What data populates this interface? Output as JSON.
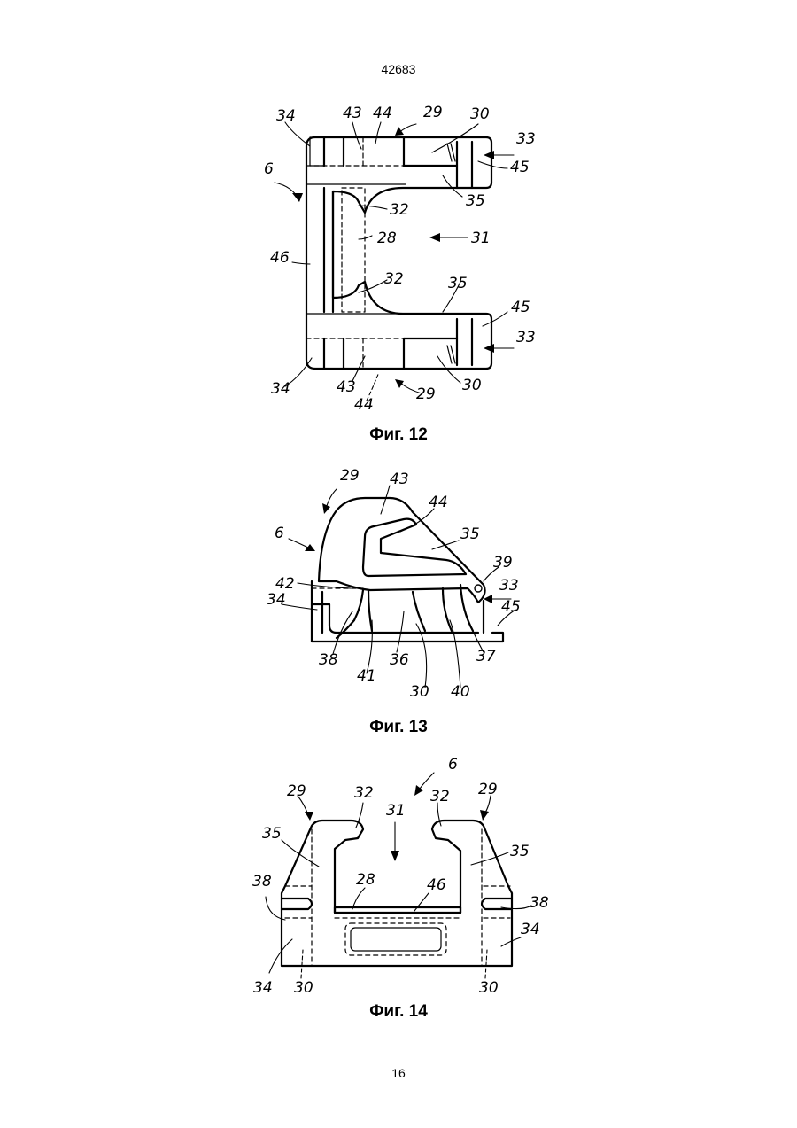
{
  "header": {
    "doc_number": "42683"
  },
  "figures": [
    {
      "caption": "Фиг. 12",
      "labels": {
        "l34a": "34",
        "l43a": "43",
        "l44a": "44",
        "l29a": "29",
        "l30a": "30",
        "l33a": "33",
        "l45a": "45",
        "l6": "6",
        "l35a": "35",
        "l32a": "32",
        "l28": "28",
        "l31": "31",
        "l46": "46",
        "l32b": "32",
        "l35b": "35",
        "l45b": "45",
        "l33b": "33",
        "l34b": "34",
        "l43b": "43",
        "l44b": "44",
        "l29b": "29",
        "l30b": "30"
      }
    },
    {
      "caption": "Фиг. 13",
      "labels": {
        "l29": "29",
        "l43": "43",
        "l44": "44",
        "l6": "6",
        "l35": "35",
        "l39": "39",
        "l42": "42",
        "l33": "33",
        "l34": "34",
        "l45": "45",
        "l38": "38",
        "l41": "41",
        "l36": "36",
        "l37": "37",
        "l30": "30",
        "l40": "40"
      }
    },
    {
      "caption": "Фиг. 14",
      "labels": {
        "l6": "6",
        "l29a": "29",
        "l32a": "32",
        "l31": "31",
        "l32b": "32",
        "l29b": "29",
        "l35a": "35",
        "l35b": "35",
        "l38a": "38",
        "l28": "28",
        "l46": "46",
        "l38b": "38",
        "l34a": "34",
        "l34b": "34",
        "l30a": "30",
        "l30b": "30"
      }
    }
  ],
  "footer": {
    "page_number": "16"
  }
}
